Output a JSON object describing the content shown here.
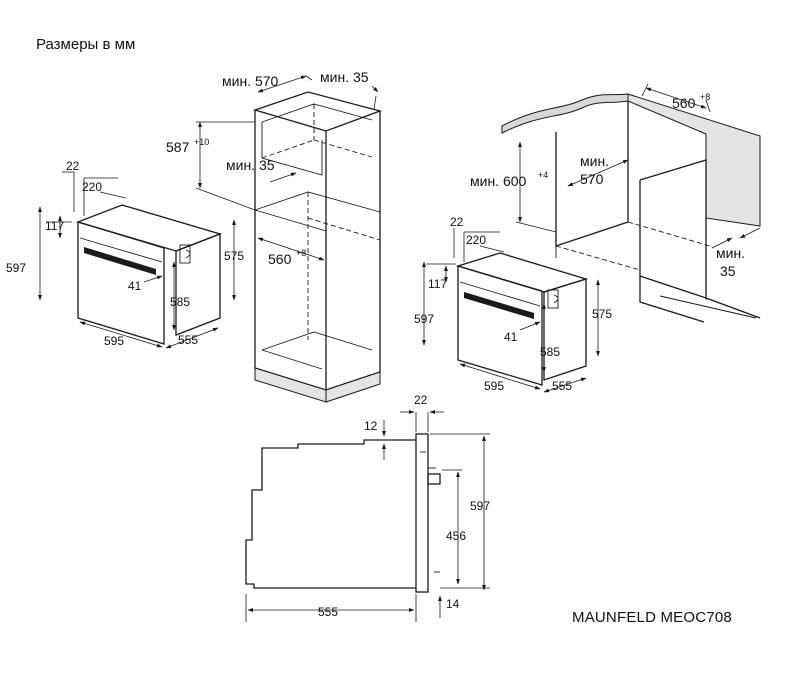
{
  "header": {
    "title": "Размеры в мм"
  },
  "footer": {
    "model": "MAUNFELD MEOC708"
  },
  "left_oven": {
    "d_22": "22",
    "d_220": "220",
    "d_117": "117",
    "d_597": "597",
    "d_575": "575",
    "d_41": "41",
    "d_585": "585",
    "d_595": "595",
    "d_555": "555"
  },
  "tall_cabinet": {
    "min_570": "мин. 570",
    "min_35_top": "мин. 35",
    "d_587": "587",
    "d_587_tol": "+10",
    "min_35_mid": "мин. 35",
    "d_560": "560",
    "d_560_tol": "+8"
  },
  "undercounter": {
    "d_560": "560",
    "d_560_tol": "+8",
    "min_600_prefix": "мин. 600",
    "min_600_tol": "+4",
    "min_570_line1": "мин.",
    "min_570_line2": "570",
    "min_35_line1": "мин.",
    "min_35_line2": "35"
  },
  "right_oven": {
    "d_22": "22",
    "d_220": "220",
    "d_117": "117",
    "d_597": "597",
    "d_575": "575",
    "d_41": "41",
    "d_585": "585",
    "d_595": "595",
    "d_555": "555"
  },
  "side_view": {
    "d_22": "22",
    "d_12": "12",
    "d_597": "597",
    "d_456": "456",
    "d_555": "555",
    "d_14": "14"
  }
}
